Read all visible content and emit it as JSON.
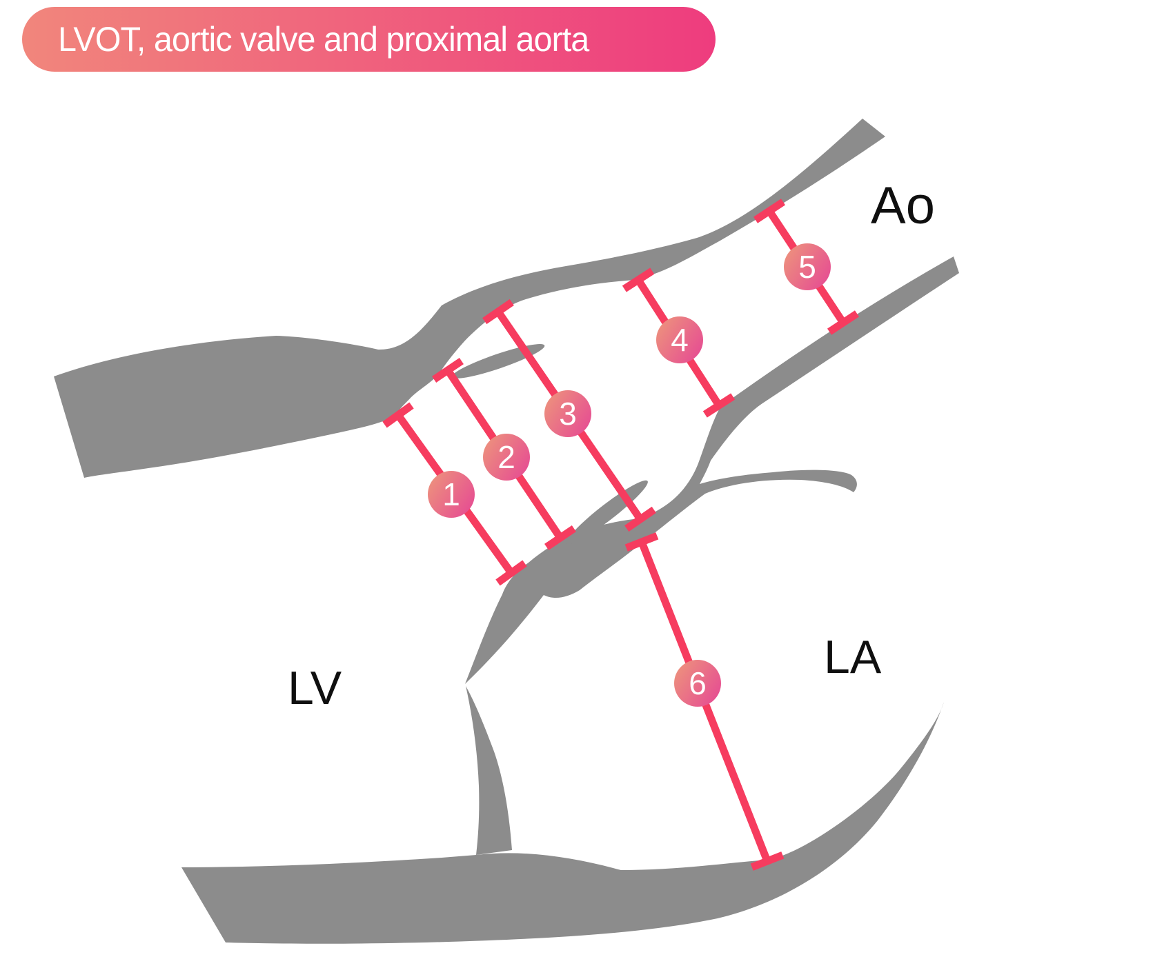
{
  "title": {
    "text": "LVOT, aortic valve and proximal aorta"
  },
  "anatomy_labels": [
    {
      "id": "ao",
      "text": "Ao"
    },
    {
      "id": "lv",
      "text": "LV"
    },
    {
      "id": "la",
      "text": "LA"
    }
  ],
  "measurements": [
    {
      "label": "1"
    },
    {
      "label": "2"
    },
    {
      "label": "3"
    },
    {
      "label": "4"
    },
    {
      "label": "5"
    },
    {
      "label": "6"
    }
  ],
  "colors": {
    "banner_gradient_left": "#F1867C",
    "banner_gradient_right": "#EE3C7E",
    "banner_text": "#FFFFFF",
    "measurement_line": "#F63C5F",
    "marker_gradient_light": "#ED947C",
    "marker_gradient_dark": "#E64E92",
    "marker_text": "#FFFFFF",
    "anatomy_gray": "#8C8C8C",
    "label_text": "#0F0F0F",
    "background": "#FFFFFF"
  }
}
